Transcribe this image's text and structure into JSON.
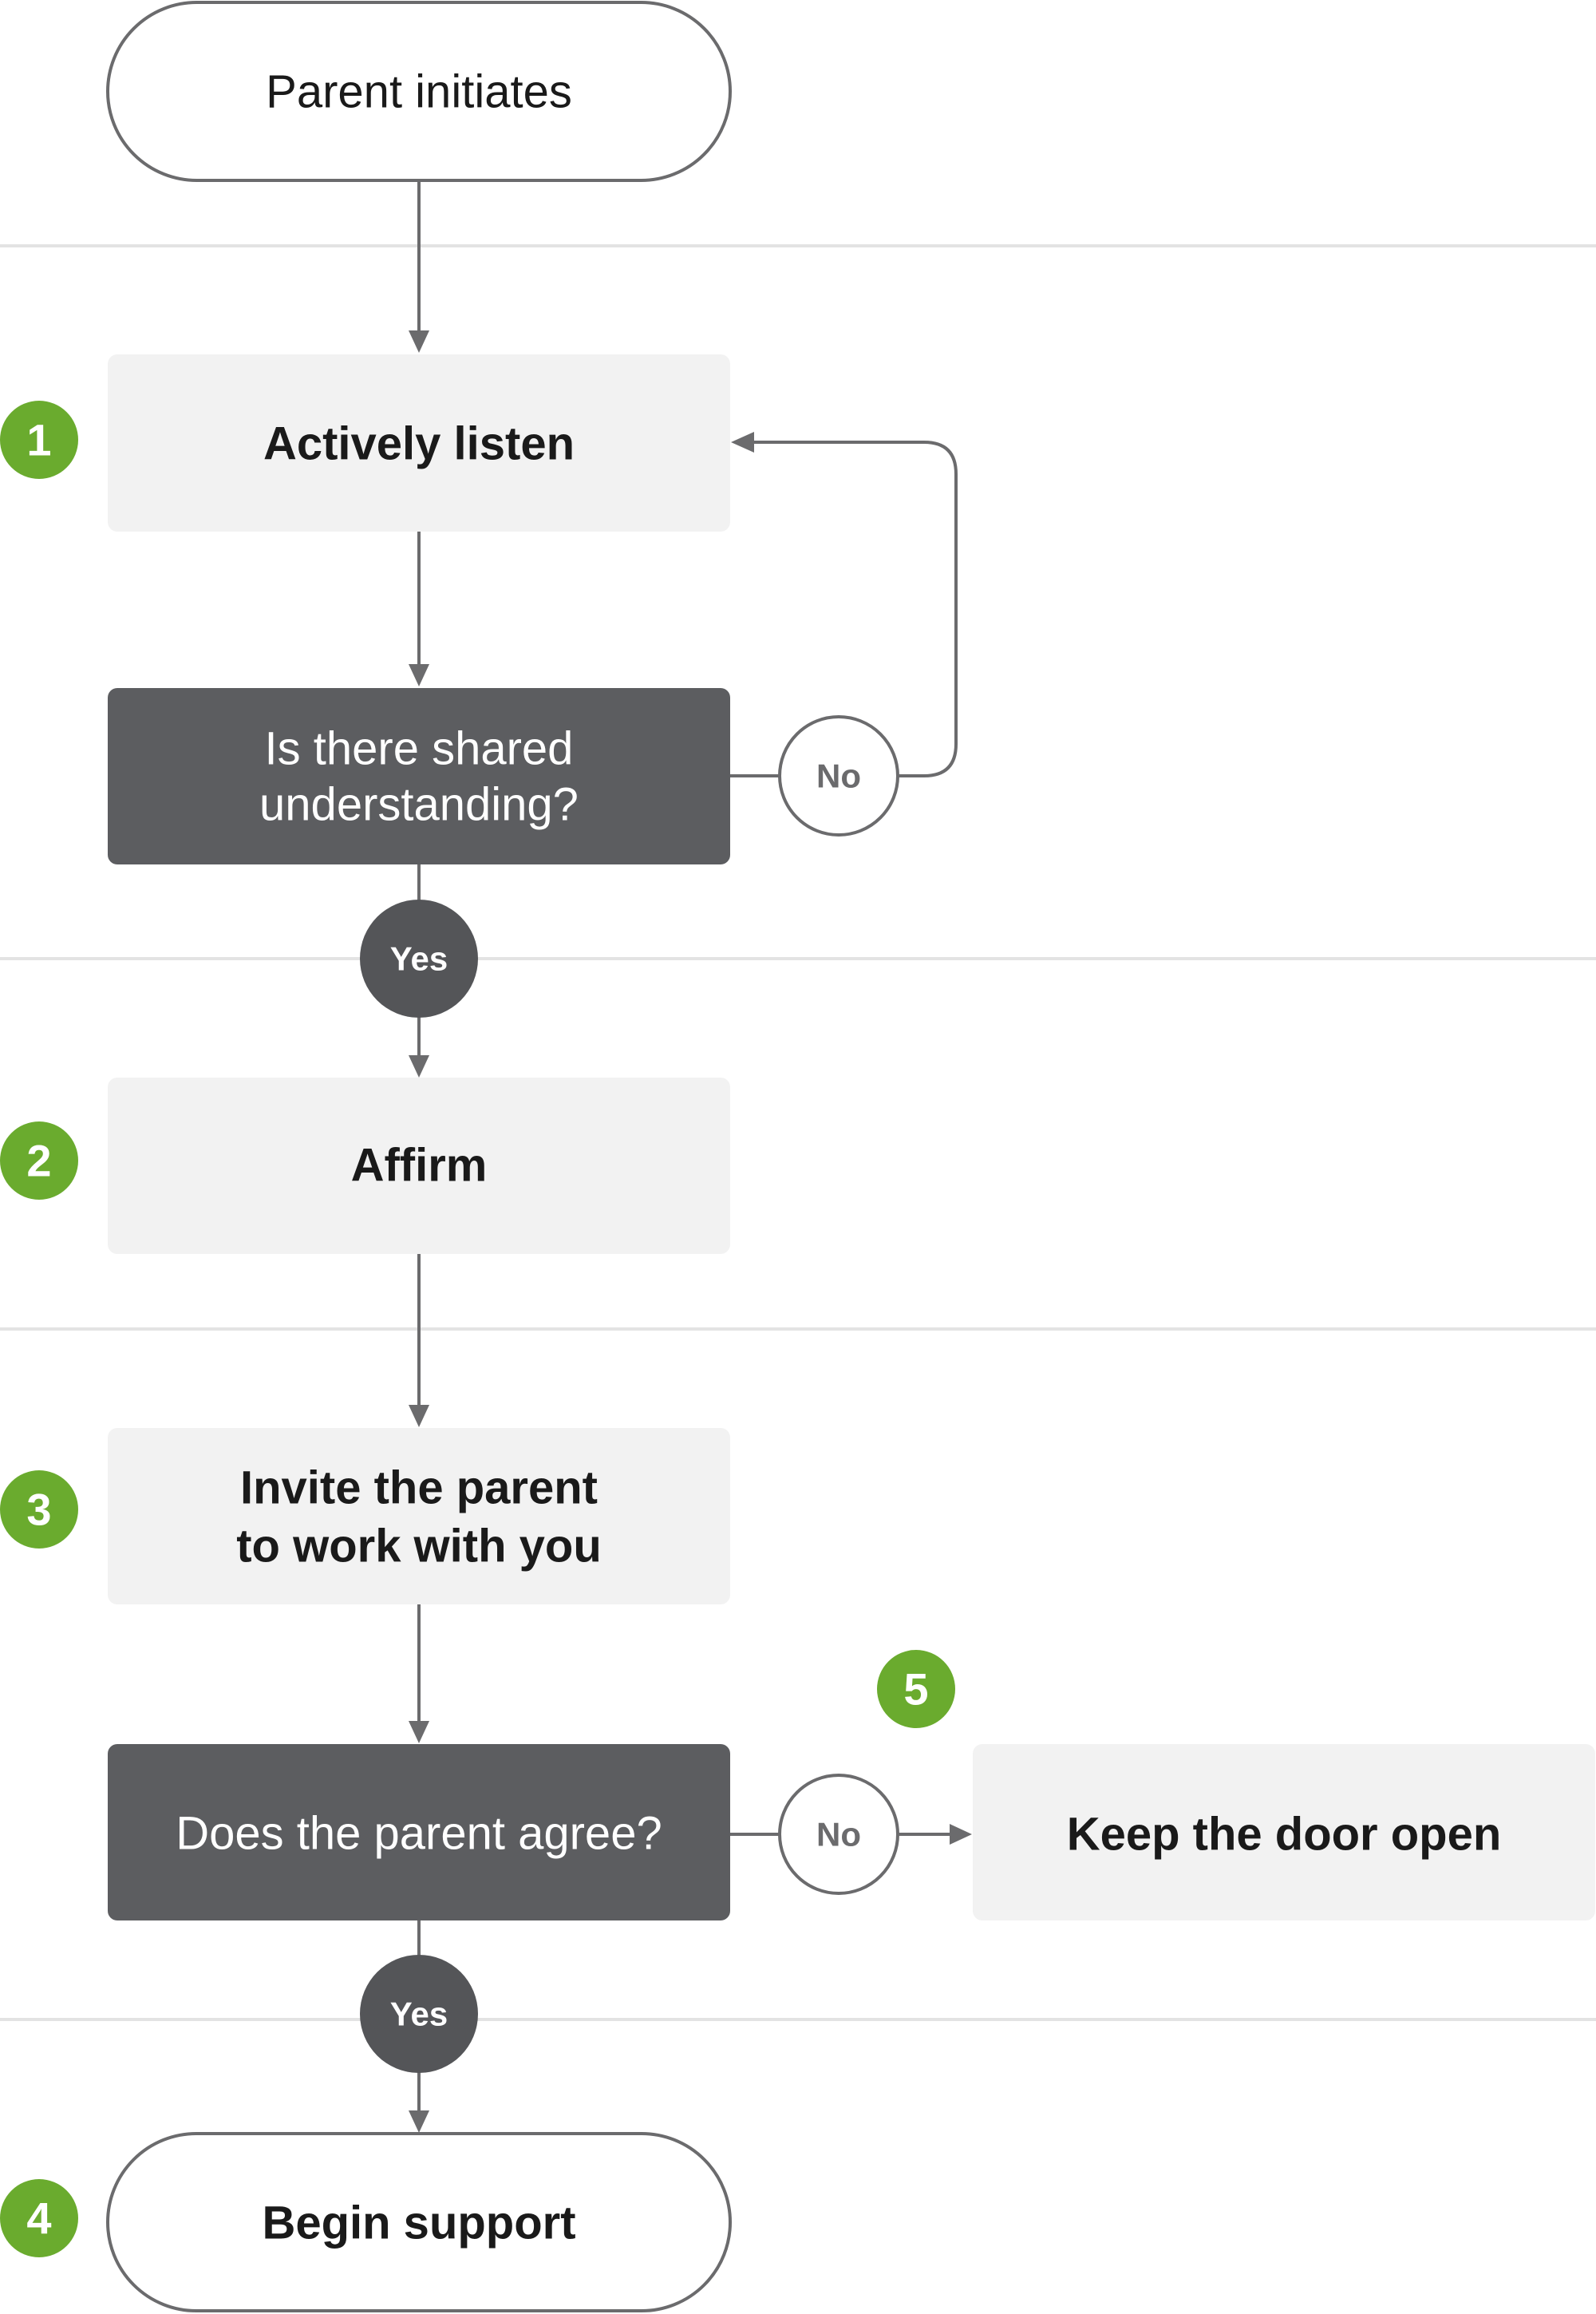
{
  "flowchart": {
    "start": "Parent initiates",
    "steps": [
      {
        "number": "1",
        "label": "Actively listen"
      },
      {
        "number": "2",
        "label": "Affirm"
      },
      {
        "number": "3",
        "label_line1": "Invite the parent",
        "label_line2": "to work with you"
      },
      {
        "number": "4",
        "label": "Begin support"
      },
      {
        "number": "5",
        "label": "Keep the door open"
      }
    ],
    "decisions": [
      {
        "question_line1": "Is there shared",
        "question_line2": "understanding?",
        "yes_label": "Yes",
        "no_label": "No"
      },
      {
        "question": "Does the parent agree?",
        "yes_label": "Yes",
        "no_label": "No"
      }
    ]
  },
  "colors": {
    "badge": "#6aab2e",
    "decision_fill": "#5c5d60",
    "process_fill": "#f2f2f2",
    "connector": "#6b6b6d",
    "divider": "#e3e3e3"
  }
}
